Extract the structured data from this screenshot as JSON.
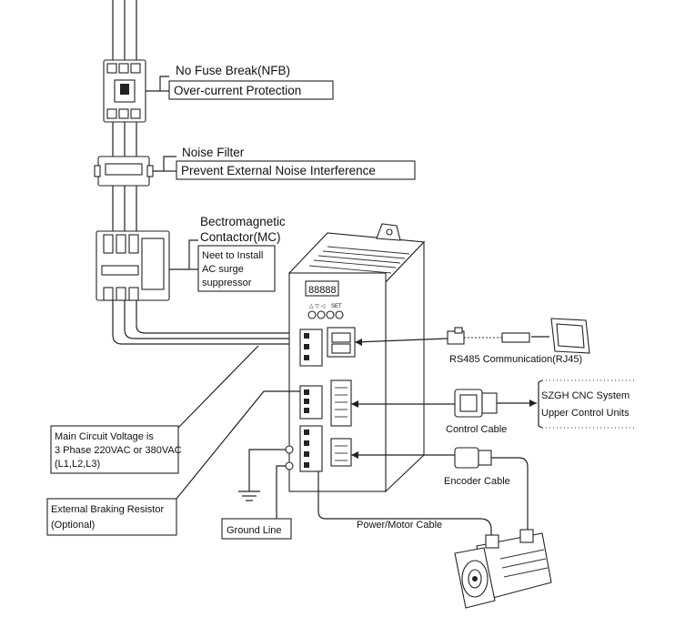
{
  "components": {
    "nfb": {
      "title": "No Fuse Break(NFB)",
      "desc": "Over-current Protection"
    },
    "noise_filter": {
      "title": "Noise Filter",
      "desc": "Prevent External Noise Interference"
    },
    "contactor": {
      "title_line1": "Bectromagnetic",
      "title_line2": "Contactor(MC)",
      "note_line1": "Neet to Install",
      "note_line2": "AC surge",
      "note_line3": "suppressor"
    },
    "drive": {
      "display": "88888",
      "panel_label": "SET"
    }
  },
  "connections": {
    "rs485": "RS485 Communication(RJ45)",
    "cnc_line1": "SZGH CNC System",
    "cnc_line2": "Upper Control Units",
    "control_cable": "Control Cable",
    "encoder_cable": "Encoder Cable",
    "power_cable": "Power/Motor Cable",
    "ground_line": "Ground Line"
  },
  "notes": {
    "voltage_line1": "Main Circuit Voltage is",
    "voltage_line2": "3 Phase 220VAC or 380VAC",
    "voltage_line3": "(L1,L2,L3)",
    "braking_line1": "External Braking Resistor",
    "braking_line2": "(Optional)"
  }
}
